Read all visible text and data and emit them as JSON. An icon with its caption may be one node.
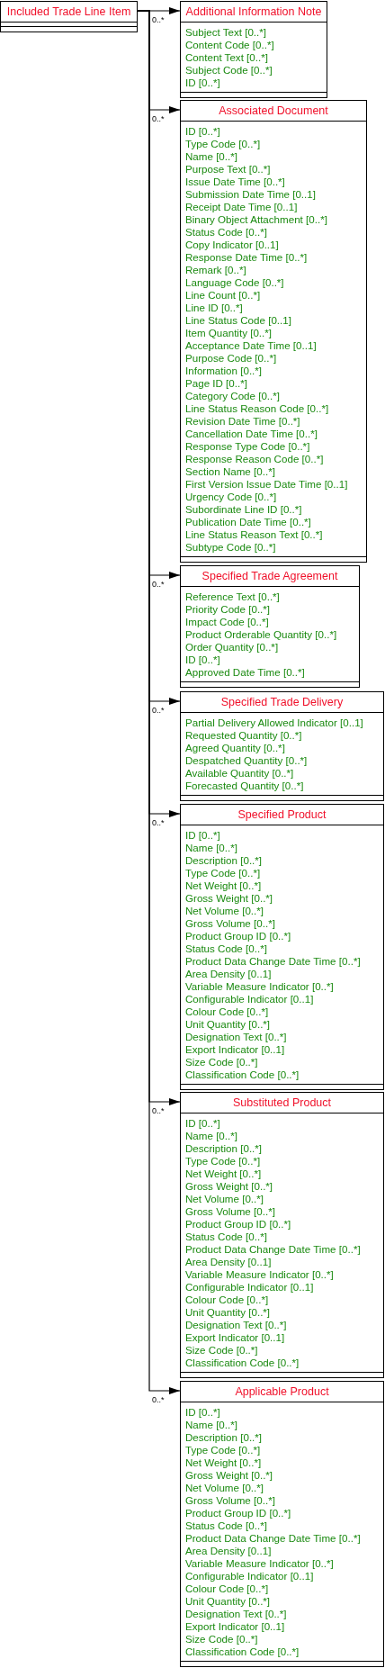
{
  "diagram": {
    "nodes": [
      {
        "text": [
          "Included Trade Line Item"
        ]
      },
      {
        "text": [
          "Additional Information Note",
          "Subject Text [0..*]",
          "Content Code [0..*]",
          "Content Text [0..*]",
          "Subject Code [0..*]",
          "ID [0..*]"
        ]
      },
      {
        "text": [
          "Associated Document",
          "ID [0..*]",
          "Type Code [0..*]",
          "Name [0..*]",
          "Purpose Text [0..*]",
          "Issue Date Time [0..*]",
          "Submission Date Time [0..1]",
          "Receipt Date Time [0..1]",
          "Binary Object Attachment [0..*]",
          "Status Code [0..*]",
          "Copy Indicator [0..1]",
          "Response Date Time [0..*]",
          "Remark [0..*]",
          "Language Code [0..*]",
          "Line Count [0..*]",
          "Line ID [0..*]",
          "Line Status Code [0..1]",
          "Item Quantity [0..*]",
          "Acceptance Date Time [0..1]",
          "Purpose Code [0..*]",
          "Information [0..*]",
          "Page ID [0..*]",
          "Category Code [0..*]",
          "Line Status Reason Code [0..*]",
          "Revision Date Time [0..*]",
          "Cancellation Date Time [0..*]",
          "Response Type Code [0..*]",
          "Response Reason Code [0..*]",
          "Section Name [0..*]",
          "First Version Issue Date Time [0..1]",
          "Urgency Code [0..*]",
          "Subordinate Line ID [0..*]",
          "Publication Date Time [0..*]",
          "Line Status Reason Text [0..*]",
          "Subtype Code [0..*]"
        ]
      },
      {
        "text": [
          "Specified Trade Agreement",
          "Reference Text [0..*]",
          "Priority Code [0..*]",
          "Impact Code [0..*]",
          "Product Orderable Quantity [0..*]",
          "Order Quantity [0..*]",
          "ID [0..*]",
          "Approved Date Time [0..*]"
        ]
      },
      {
        "text": [
          "Specified Trade Delivery",
          "Partial Delivery Allowed Indicator [0..1]",
          "Requested Quantity [0..*]",
          "Agreed Quantity [0..*]",
          "Despatched Quantity [0..*]",
          "Available Quantity [0..*]",
          "Forecasted Quantity [0..*]"
        ]
      },
      {
        "text": [
          "Specified Product",
          "ID [0..*]",
          "Name [0..*]",
          "Description [0..*]",
          "Type Code [0..*]",
          "Net Weight [0..*]",
          "Gross Weight [0..*]",
          "Net Volume [0..*]",
          "Gross Volume [0..*]",
          "Product Group ID [0..*]",
          "Status Code [0..*]",
          "Product Data Change Date Time [0..*]",
          "Area Density [0..1]",
          "Variable Measure Indicator [0..*]",
          "Configurable Indicator [0..1]",
          "Colour Code [0..*]",
          "Unit Quantity [0..*]",
          "Designation Text [0..*]",
          "Export Indicator [0..1]",
          "Size Code [0..*]",
          "Classification Code [0..*]"
        ]
      },
      {
        "text": [
          "Substituted Product",
          "ID [0..*]",
          "Name [0..*]",
          "Description [0..*]",
          "Type Code [0..*]",
          "Net Weight [0..*]",
          "Gross Weight [0..*]",
          "Net Volume [0..*]",
          "Gross Volume [0..*]",
          "Product Group ID [0..*]",
          "Status Code [0..*]",
          "Product Data Change Date Time [0..*]",
          "Area Density [0..1]",
          "Variable Measure Indicator [0..*]",
          "Configurable Indicator [0..1]",
          "Colour Code [0..*]",
          "Unit Quantity [0..*]",
          "Designation Text [0..*]",
          "Export Indicator [0..1]",
          "Size Code [0..*]",
          "Classification Code [0..*]"
        ]
      },
      {
        "text": [
          "Applicable Product",
          "ID [0..*]",
          "Name [0..*]",
          "Description [0..*]",
          "Type Code [0..*]",
          "Net Weight [0..*]",
          "Gross Weight [0..*]",
          "Net Volume [0..*]",
          "Gross Volume [0..*]",
          "Product Group ID [0..*]",
          "Status Code [0..*]",
          "Product Data Change Date Time [0..*]",
          "Area Density [0..1]",
          "Variable Measure Indicator [0..*]",
          "Configurable Indicator [0..1]",
          "Colour Code [0..*]",
          "Unit Quantity [0..*]",
          "Designation Text [0..*]",
          "Export Indicator [0..1]",
          "Size Code [0..*]",
          "Classification Code [0..*]"
        ]
      }
    ],
    "edges": [
      {
        "from": 0,
        "to": 1,
        "arrow": "to",
        "label": "0..*"
      },
      {
        "from": 0,
        "to": 2,
        "arrow": "to",
        "label": "0..*"
      },
      {
        "from": 0,
        "to": 3,
        "arrow": "to",
        "label": "0..*"
      },
      {
        "from": 0,
        "to": 4,
        "arrow": "to",
        "label": "0..*"
      },
      {
        "from": 0,
        "to": 5,
        "arrow": "to",
        "label": "0..*"
      },
      {
        "from": 0,
        "to": 6,
        "arrow": "to",
        "label": "0..*"
      },
      {
        "from": 0,
        "to": 7,
        "arrow": "to",
        "label": "0..*"
      }
    ]
  }
}
